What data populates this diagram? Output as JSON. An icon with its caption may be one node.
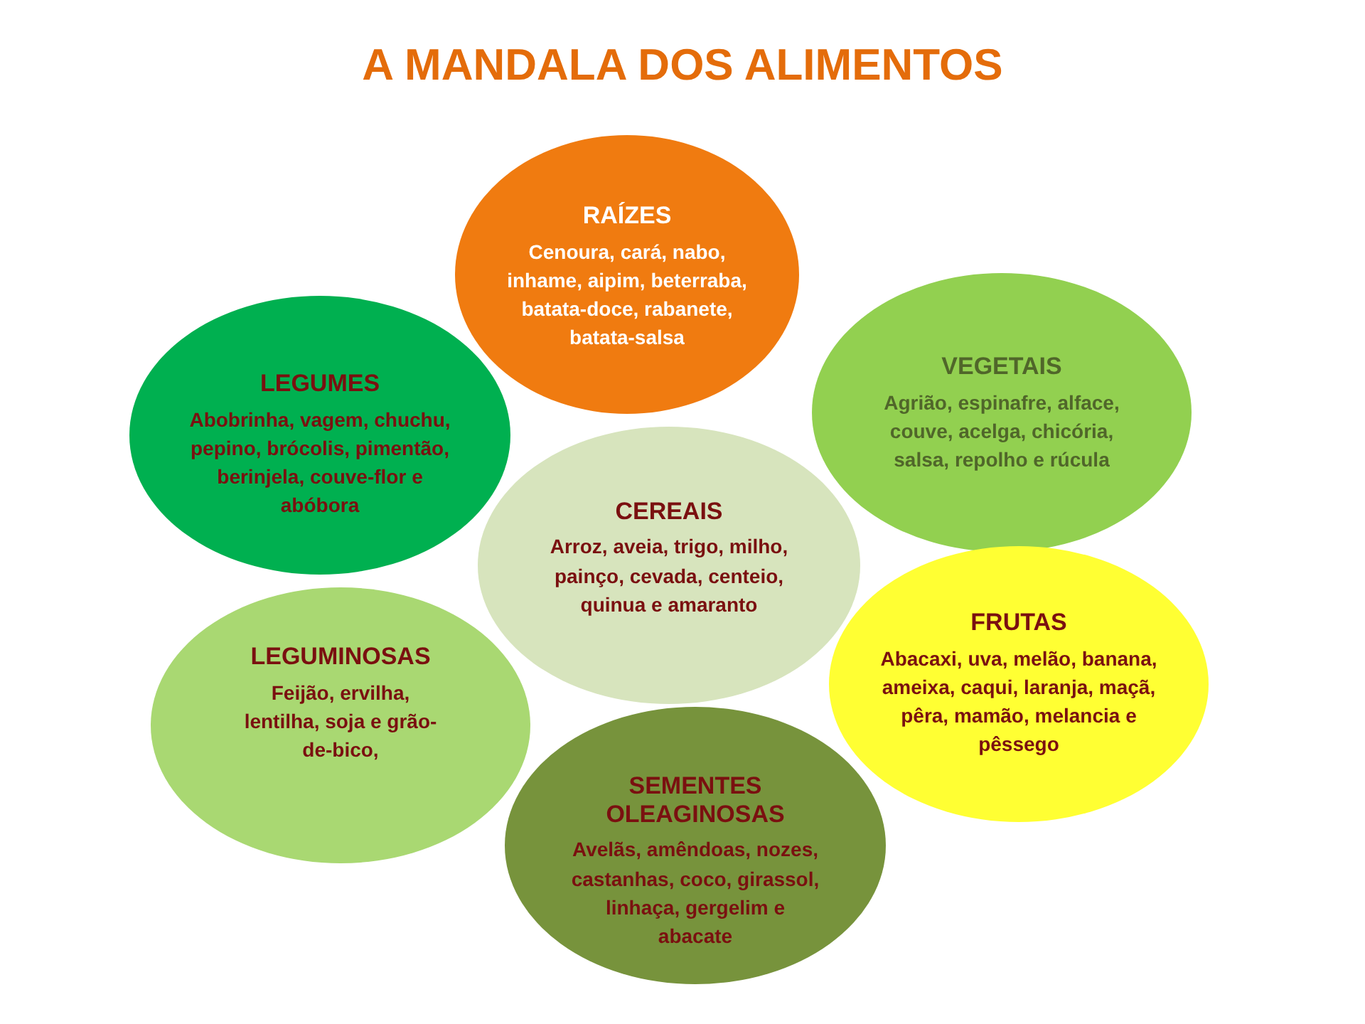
{
  "diagram": {
    "title": "A MANDALA DOS ALIMENTOS",
    "nodes": [
      {
        "text": [
          "RAÍZES",
          "Cenoura, cará, nabo, inhame, aipim, beterraba, batata-doce, rabanete, batata-salsa"
        ]
      },
      {
        "text": [
          "LEGUMES",
          "Abobrinha, vagem, chuchu, pepino, brócolis, pimentão, berinjela, couve-flor e abóbora"
        ]
      },
      {
        "text": [
          "VEGETAIS",
          "Agrião, espinafre, alface, couve, acelga, chicória, salsa, repolho e rúcula"
        ]
      },
      {
        "text": [
          "CEREAIS",
          "Arroz, aveia, trigo, milho, painço, cevada, centeio, quinua e amaranto"
        ]
      },
      {
        "text": [
          "FRUTAS",
          "Abacaxi, uva, melão, banana, ameixa, caqui, laranja, maçã, pêra, mamão, melancia e pêssego"
        ]
      },
      {
        "text": [
          "LEGUMINOSAS",
          "Feijão, ervilha, lentilha, soja e grão-de-bico,"
        ]
      },
      {
        "text": [
          "SEMENTES OLEAGINOSAS",
          "Avelãs, amêndoas, nozes, castanhas, coco, girassol, linhaça, gergelim e abacate"
        ]
      }
    ],
    "edges": []
  }
}
